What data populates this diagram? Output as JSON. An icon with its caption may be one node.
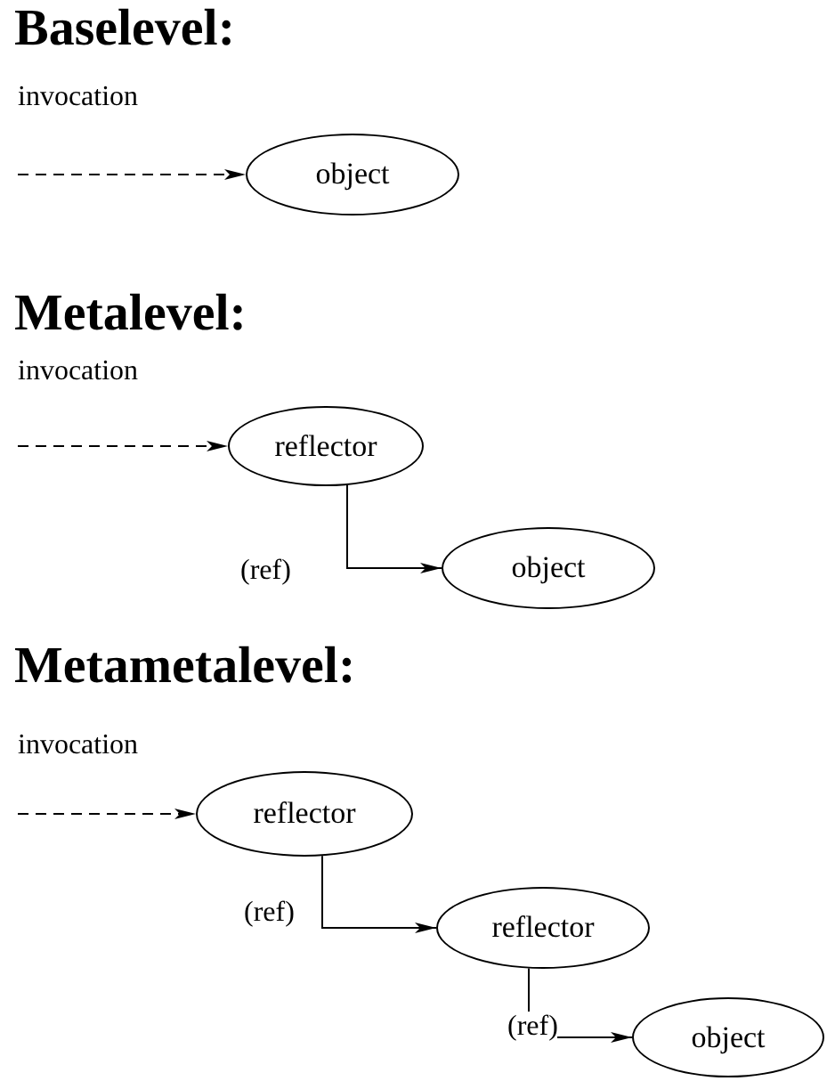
{
  "diagram": {
    "nodes": [
      {
        "text": [
          "object"
        ]
      },
      {
        "text": [
          "reflector"
        ]
      },
      {
        "text": [
          "object"
        ]
      },
      {
        "text": [
          "reflector"
        ]
      },
      {
        "text": [
          "reflector"
        ]
      },
      {
        "text": [
          "object"
        ]
      }
    ],
    "edges": [
      {
        "from": null,
        "to": 0,
        "arrow": "to",
        "style": "dashed"
      },
      {
        "from": null,
        "to": 1,
        "arrow": "to",
        "style": "dashed"
      },
      {
        "from": 1,
        "to": 2,
        "arrow": "to",
        "label": "(ref)"
      },
      {
        "from": null,
        "to": 3,
        "arrow": "to",
        "style": "dashed"
      },
      {
        "from": 3,
        "to": 4,
        "arrow": "to",
        "label": "(ref)"
      },
      {
        "from": 4,
        "to": 5,
        "arrow": "to",
        "label": "(ref)"
      }
    ],
    "labels": [
      "Baselevel:",
      "invocation",
      "Metalevel:",
      "invocation",
      "Metametalevel:",
      "invocation"
    ]
  }
}
